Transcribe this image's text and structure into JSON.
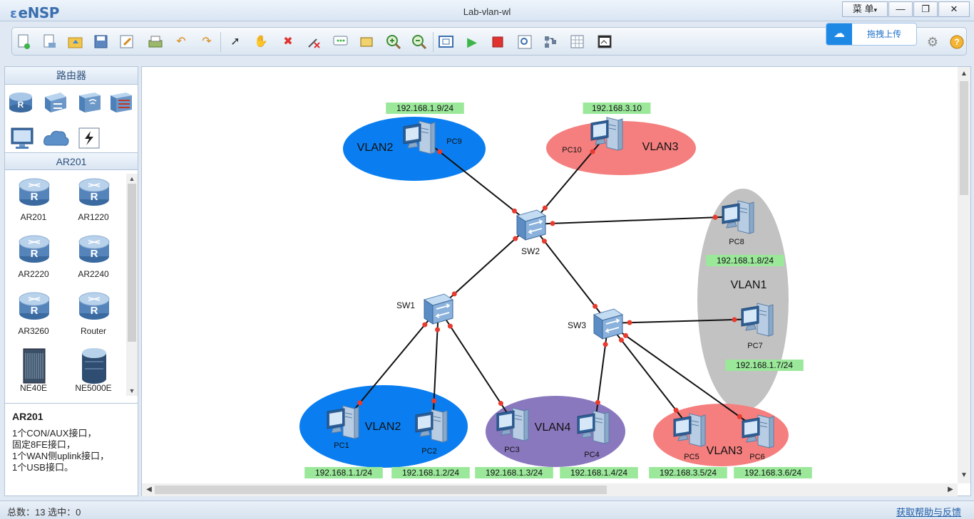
{
  "app": {
    "name": "eNSP",
    "title": "Lab-vlan-wl"
  },
  "titlebar": {
    "menu_label": "菜 单",
    "min": "—",
    "max": "❐",
    "close": "✕"
  },
  "upload": {
    "label": "拖拽上传"
  },
  "left_panel": {
    "category_title": "路由器",
    "device_title": "AR201",
    "devices": [
      {
        "label": "AR201"
      },
      {
        "label": "AR1220"
      },
      {
        "label": "AR2220"
      },
      {
        "label": "AR2240"
      },
      {
        "label": "AR3260"
      },
      {
        "label": "Router"
      },
      {
        "label": "NE40E"
      },
      {
        "label": "NE5000E"
      }
    ],
    "description": {
      "title": "AR201",
      "lines": [
        "1个CON/AUX接口，",
        "固定8FE接口，",
        "1个WAN侧uplink接口，",
        "1个USB接口。"
      ]
    }
  },
  "topology": {
    "vlan_areas": [
      {
        "label": "VLAN2",
        "color": "#0a7ef0"
      },
      {
        "label": "VLAN3",
        "color": "#f57f7f"
      },
      {
        "label": "VLAN1",
        "color": "#c2c2c2"
      },
      {
        "label": "VLAN2",
        "color": "#0a7ef0"
      },
      {
        "label": "VLAN4",
        "color": "#8a78be"
      },
      {
        "label": "VLAN3",
        "color": "#f57f7f"
      }
    ],
    "switches": [
      {
        "label": "SW2"
      },
      {
        "label": "SW1"
      },
      {
        "label": "SW3"
      }
    ],
    "pcs": [
      {
        "label": "PC9",
        "ip": "192.168.1.9/24"
      },
      {
        "label": "PC10",
        "ip": "192.168.3.10"
      },
      {
        "label": "PC8",
        "ip": "192.168.1.8/24"
      },
      {
        "label": "PC7",
        "ip": "192.168.1.7/24"
      },
      {
        "label": "PC1",
        "ip": "192.168.1.1/24"
      },
      {
        "label": "PC2",
        "ip": "192.168.1.2/24"
      },
      {
        "label": "PC3",
        "ip": "192.168.1.3/24"
      },
      {
        "label": "PC4",
        "ip": "192.168.1.4/24"
      },
      {
        "label": "PC5",
        "ip": "192.168.3.5/24"
      },
      {
        "label": "PC6",
        "ip": "192.168.3.6/24"
      }
    ],
    "label_color": "#9be89b"
  },
  "status": {
    "text": "总数：13  选中：0",
    "help": "获取帮助与反馈"
  }
}
